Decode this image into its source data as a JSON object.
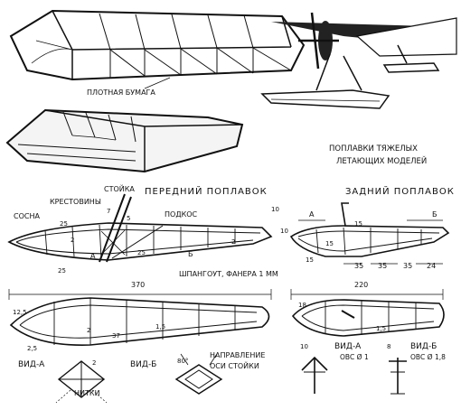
{
  "labels": {
    "paper": "ПЛОТНАЯ БУМАГА",
    "heavy_floats_1": "ПОПЛАВКИ ТЯЖЕЛЫХ",
    "heavy_floats_2": "ЛЕТАЮЩИХ МОДЕЛЕЙ",
    "front_float": "ПЕРЕДНИЙ ПОПЛАВОК",
    "rear_float": "ЗАДНИЙ ПОПЛАВОК",
    "strut": "СТОЙКА",
    "crosspieces": "КРЕСТОВИНЫ",
    "pine": "СОСНА",
    "brace": "ПОДКОС",
    "frame": "ШПАНГОУТ, ФАНЕРА 1 ММ",
    "view_a": "ВИД-А",
    "view_b": "ВИД-Б",
    "threads": "НИТКИ",
    "strut_axis_1": "НАПРАВЛЕНИЕ",
    "strut_axis_2": "ОСИ СТОЙКИ",
    "rear_view_a": "ВИД-А",
    "rear_view_b": "ВИД-Б",
    "ovs1": "ОВС Ø 1",
    "ovs18": "ОВС Ø 1,8",
    "sec_a": "А",
    "sec_b": "Б"
  },
  "dimensions": {
    "front_len": "370",
    "rear_len": "220",
    "d10a": "10",
    "d10b": "10",
    "d7": "7",
    "d5": "5",
    "d25a": "25",
    "d25b": "25",
    "d25c": "25",
    "d2a": "2",
    "d2b": "2",
    "d15a": "15",
    "d15b": "15",
    "d15c": "15",
    "d35a": "35",
    "d35b": "35",
    "d35c": "35",
    "d24": "24",
    "d125": "12,5",
    "d25d": "2,5",
    "d37": "37",
    "d2c": "2",
    "d15d": "1,5",
    "d18": "18",
    "d15e": "1,5",
    "d10c": "10",
    "d8": "8",
    "d80": "80°",
    "d2d": "2"
  }
}
